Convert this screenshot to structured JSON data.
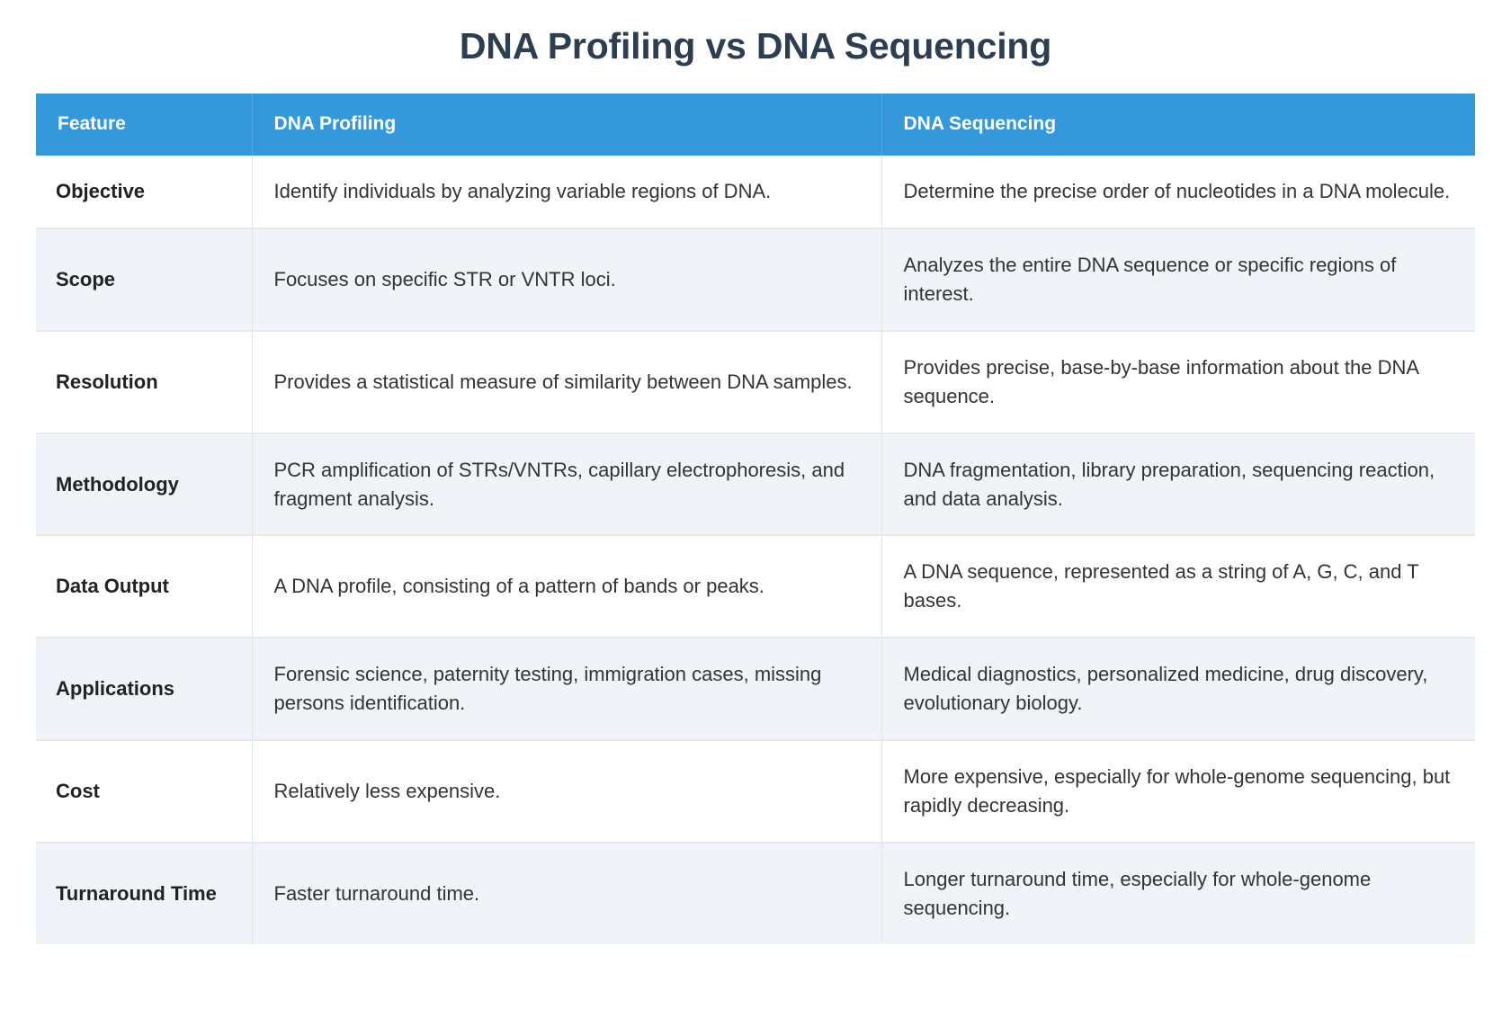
{
  "title": "DNA Profiling vs DNA Sequencing",
  "colors": {
    "header_bg": "#3498db",
    "header_text": "#ffffff",
    "title_text": "#2c3e50",
    "row_alt_bg": "#f0f4f8",
    "row_bg": "#ffffff",
    "body_text": "#333333",
    "divider": "#e6e8ea"
  },
  "table": {
    "columns": [
      {
        "key": "feature",
        "label": "Feature"
      },
      {
        "key": "profiling",
        "label": "DNA Profiling"
      },
      {
        "key": "sequencing",
        "label": "DNA Sequencing"
      }
    ],
    "rows": [
      {
        "feature": "Objective",
        "profiling": "Identify individuals by analyzing variable regions of DNA.",
        "sequencing": "Determine the precise order of nucleotides in a DNA molecule."
      },
      {
        "feature": "Scope",
        "profiling": "Focuses on specific STR or VNTR loci.",
        "sequencing": "Analyzes the entire DNA sequence or specific regions of interest."
      },
      {
        "feature": "Resolution",
        "profiling": "Provides a statistical measure of similarity between DNA samples.",
        "sequencing": "Provides precise, base-by-base information about the DNA sequence."
      },
      {
        "feature": "Methodology",
        "profiling": "PCR amplification of STRs/VNTRs, capillary electrophoresis, and fragment analysis.",
        "sequencing": "DNA fragmentation, library preparation, sequencing reaction, and data analysis."
      },
      {
        "feature": "Data Output",
        "profiling": "A DNA profile, consisting of a pattern of bands or peaks.",
        "sequencing": "A DNA sequence, represented as a string of A, G, C, and T bases."
      },
      {
        "feature": "Applications",
        "profiling": "Forensic science, paternity testing, immigration cases, missing persons identification.",
        "sequencing": "Medical diagnostics, personalized medicine, drug discovery, evolutionary biology."
      },
      {
        "feature": "Cost",
        "profiling": "Relatively less expensive.",
        "sequencing": "More expensive, especially for whole-genome sequencing, but rapidly decreasing."
      },
      {
        "feature": "Turnaround Time",
        "profiling": "Faster turnaround time.",
        "sequencing": "Longer turnaround time, especially for whole-genome sequencing."
      }
    ]
  }
}
